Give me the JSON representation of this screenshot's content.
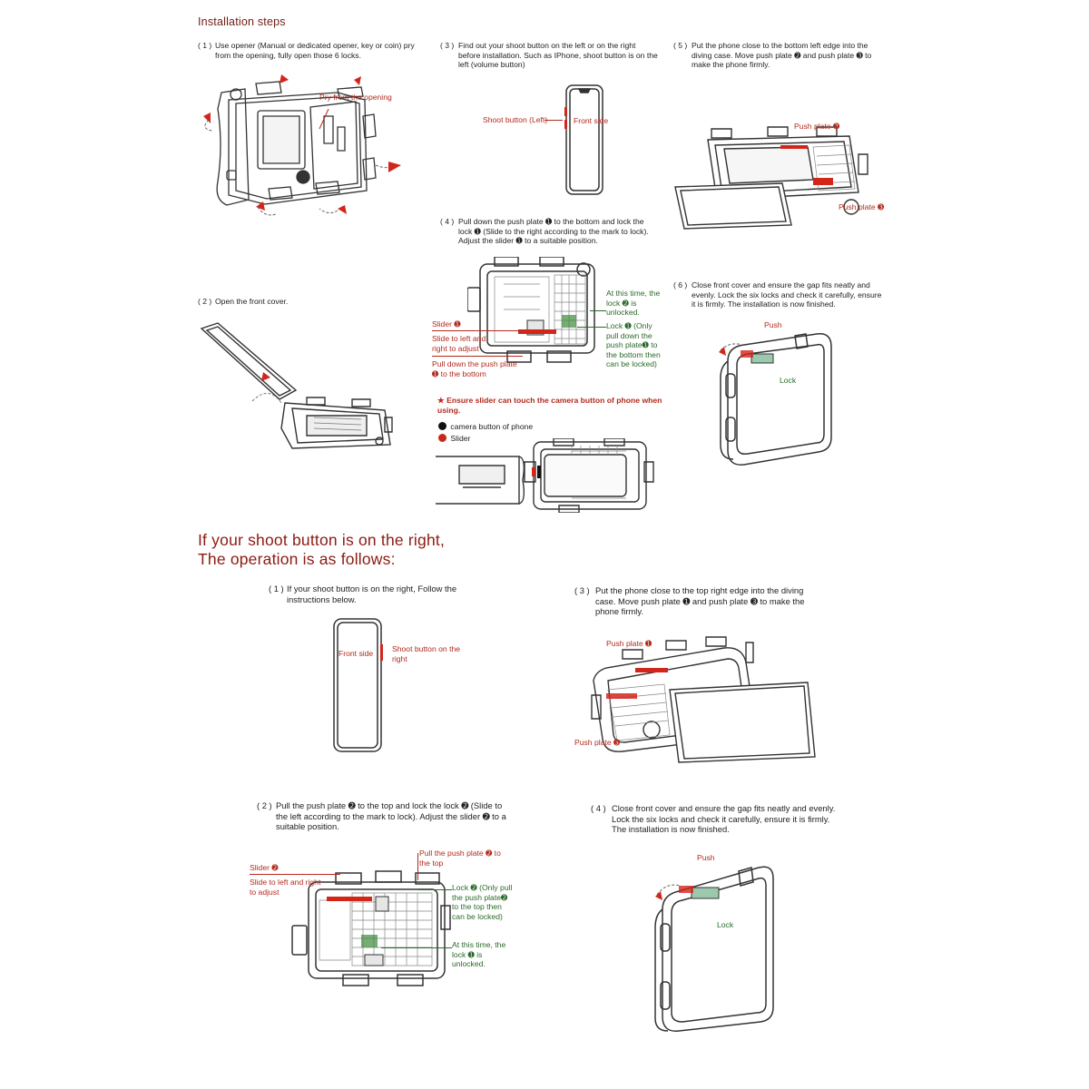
{
  "header": {
    "title": "Installation steps"
  },
  "left_steps": {
    "s1": {
      "num": "( 1 )",
      "text": "Use opener  (Manual or dedicated opener, key or coin) pry from the opening, fully open those 6 locks.",
      "callout": "Pry from the opening"
    },
    "s2": {
      "num": "( 2 )",
      "text": "Open the front cover."
    },
    "s3": {
      "num": "( 3 )",
      "text": "Find out your shoot button on the left or on the right before installation. Such as IPhone, shoot button is on the left (volume button)",
      "label_shoot": "Shoot button (Left)",
      "label_front": "Front side"
    },
    "s4": {
      "num": "( 4 )",
      "text": "Pull down the push plate ➊ to the bottom and lock the lock ➊ (Slide to the right according to the mark to lock). Adjust the slider ➊ to a suitable position.",
      "slider": "Slider ➊",
      "slide_hint": "Slide to left and right to adjust",
      "pull_down": "Pull down the push plate ➊ to the bottom",
      "unlocked": "At this time, the lock ➋ is unlocked.",
      "lock_note": "Lock ➊ (Only pull down the push plate➊ to the bottom then can be locked)",
      "ensure": "Ensure slider can touch the camera button of phone when using.",
      "legend_camera": "camera button of phone",
      "legend_slider": "Slider"
    },
    "s5": {
      "num": "( 5 )",
      "text": "Put the phone close to the bottom left edge into the diving case. Move push plate ➋ and push plate ➌ to make the phone firmly.",
      "plate2": "Push plate ➋",
      "plate3": "Push plate ➌"
    },
    "s6": {
      "num": "( 6 )",
      "text": "Close front cover and ensure the gap fits neatly and evenly. Lock the six locks and check it carefully, ensure it is firmly.  The installation is now finished.",
      "push": "Push",
      "lock": "Lock"
    }
  },
  "right_section": {
    "heading_line1": "If your shoot button is on the right,",
    "heading_line2": "The operation is as follows:",
    "r1": {
      "num": "( 1 )",
      "text": "If your shoot button is on the right, Follow the instructions below.",
      "front": "Front side",
      "shoot": "Shoot button on the right"
    },
    "r2": {
      "num": "( 2 )",
      "text": "Pull the push plate ➋ to the top and lock the lock ➋ (Slide to the left according to the mark to lock). Adjust the slider ➋ to a suitable position.",
      "slider": "Slider ➋",
      "slide_hint": "Slide to left and right to adjust",
      "pull_top": "Pull the push plate ➋ to the top",
      "lock_note": "Lock ➋ (Only pull the push plate➋  to the top then can be locked)",
      "unlocked": "At this time, the lock ➊ is unlocked."
    },
    "r3": {
      "num": "( 3 )",
      "text": "Put the phone close to the top right edge into the diving case. Move push plate ➊ and push plate ➌ to make the phone firmly.",
      "plate1": "Push plate ➊",
      "plate3": "Push plate ➌"
    },
    "r4": {
      "num": "( 4 )",
      "text": "Close front cover and ensure the gap fits neatly and evenly. Lock the six locks and check it carefully, ensure it is firmly.  The installation is now finished.",
      "push": "Push",
      "lock": "Lock"
    }
  }
}
